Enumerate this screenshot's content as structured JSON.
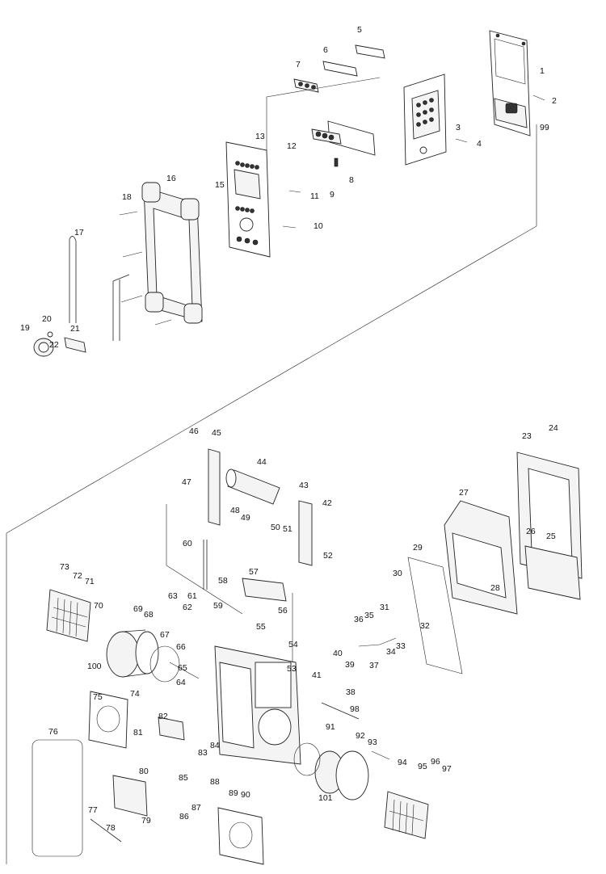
{
  "callouts": [
    "1",
    "2",
    "3",
    "4",
    "5",
    "6",
    "7",
    "8",
    "9",
    "10",
    "11",
    "12",
    "13",
    "15",
    "16",
    "17",
    "18",
    "19",
    "20",
    "21",
    "22",
    "23",
    "24",
    "25",
    "26",
    "27",
    "28",
    "29",
    "30",
    "31",
    "32",
    "33",
    "34",
    "35",
    "36",
    "37",
    "38",
    "39",
    "40",
    "41",
    "42",
    "43",
    "44",
    "45",
    "46",
    "47",
    "48",
    "49",
    "50",
    "51",
    "52",
    "53",
    "54",
    "55",
    "56",
    "57",
    "58",
    "59",
    "60",
    "61",
    "62",
    "63",
    "64",
    "65",
    "66",
    "67",
    "68",
    "69",
    "70",
    "71",
    "72",
    "73",
    "74",
    "75",
    "76",
    "77",
    "78",
    "79",
    "80",
    "81",
    "82",
    "83",
    "84",
    "85",
    "86",
    "87",
    "88",
    "89",
    "90",
    "91",
    "92",
    "93",
    "94",
    "95",
    "96",
    "97",
    "98",
    "99",
    "100",
    "101"
  ]
}
